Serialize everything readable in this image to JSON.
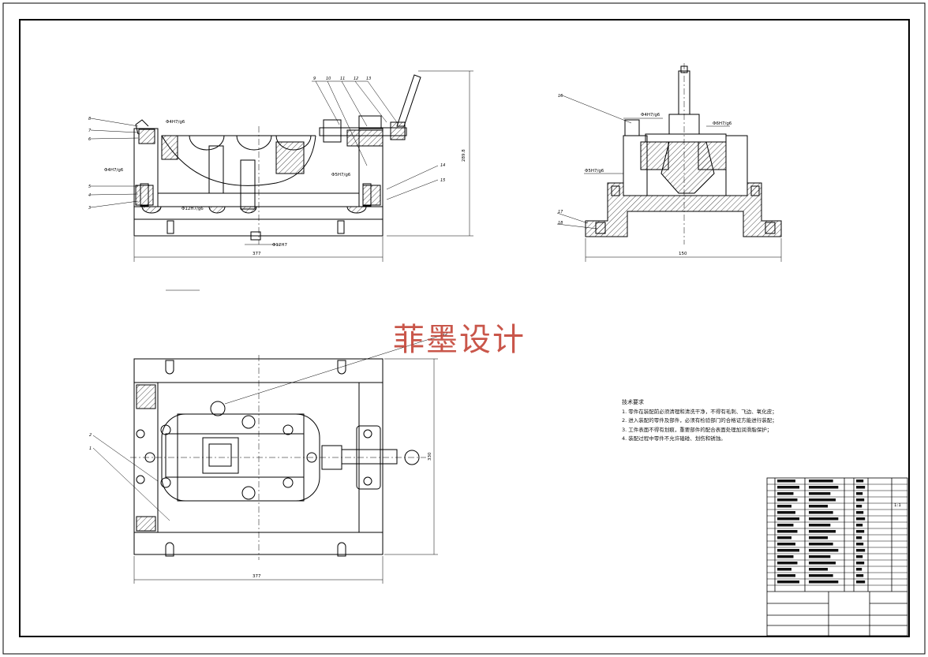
{
  "watermark": "菲墨设计",
  "technical_requirements": {
    "title": "技术要求",
    "lines": [
      "1. 零件在装配前必须清理和清洗干净，不得有毛刺、飞边、氧化皮；",
      "2. 进入装配的零件及部件，必须有检验部门的合格证方能进行装配；",
      "3. 工件表面不得有划痕，重要部件的配合表面处理加润滑脂保护；",
      "4. 装配过程中零件不允许磕碰、划伤和锈蚀。"
    ]
  },
  "front_view": {
    "overall_width": "377",
    "overall_height": "289.8",
    "fits": [
      "Φ4H7/g6",
      "Φ4H7/g6",
      "Φ5H7/g6",
      "Φ12H7/g6",
      "Φ12H7"
    ],
    "part_numbers_left": [
      "8",
      "7",
      "6",
      "5",
      "4",
      "3"
    ],
    "part_numbers_top": [
      "9",
      "10",
      "11",
      "12",
      "13"
    ],
    "part_numbers_right": [
      "14",
      "15"
    ]
  },
  "side_view": {
    "overall_width": "150",
    "fits": [
      "Φ4H7/g6",
      "Φ6H7/g6",
      "Φ5H7/g6"
    ],
    "part_numbers": [
      "16",
      "17",
      "18"
    ]
  },
  "plan_view": {
    "overall_width": "377",
    "overall_height": "330",
    "part_numbers": [
      "2",
      "1",
      "12"
    ]
  },
  "title_block": {
    "scale": "1:1"
  },
  "colors": {
    "line": "#000000",
    "hatch": "#000000",
    "watermark": "#c0392b"
  }
}
